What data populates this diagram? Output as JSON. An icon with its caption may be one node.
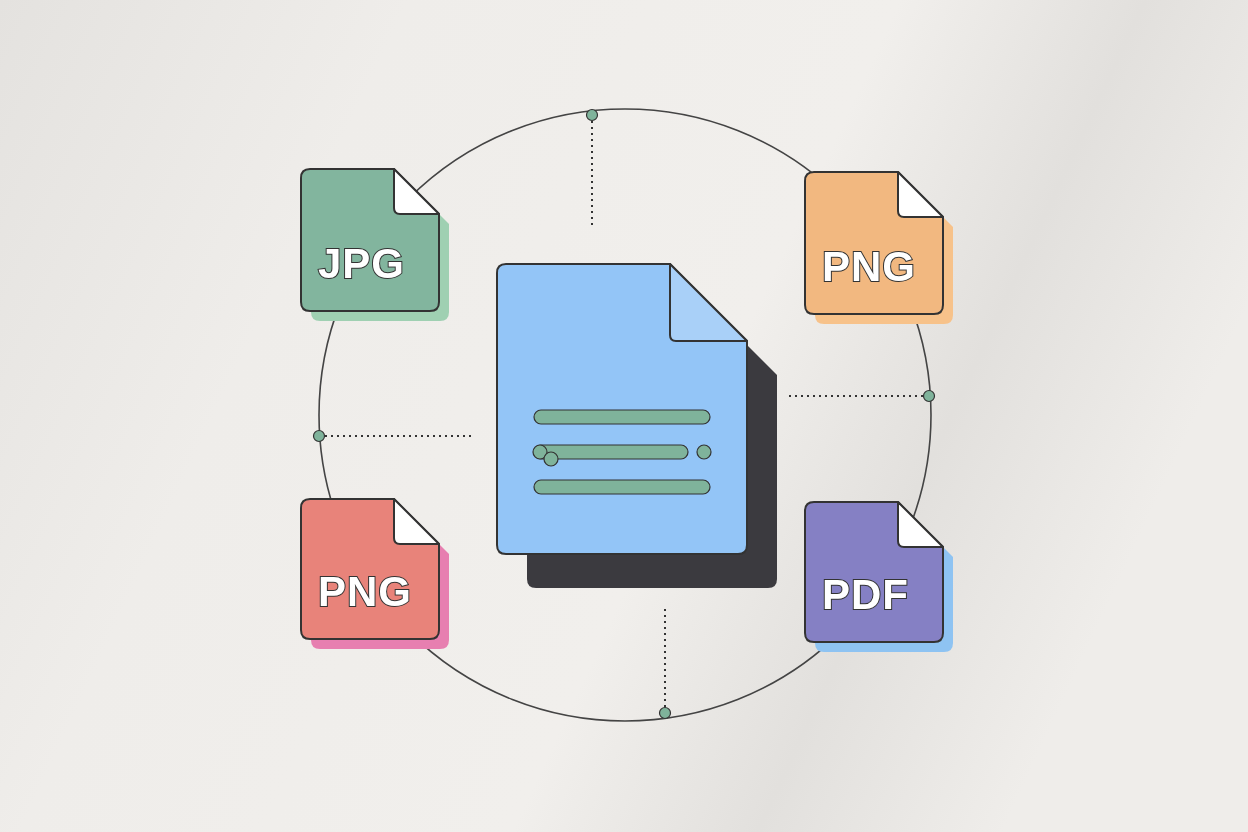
{
  "diagram": {
    "nodes": [
      {
        "text": [
          "JPG"
        ]
      },
      {
        "text": [
          "PNG"
        ]
      },
      {
        "text": [],
        "shape": "box"
      },
      {
        "text": [
          "PNG"
        ]
      },
      {
        "text": [
          "PDF"
        ]
      }
    ]
  }
}
